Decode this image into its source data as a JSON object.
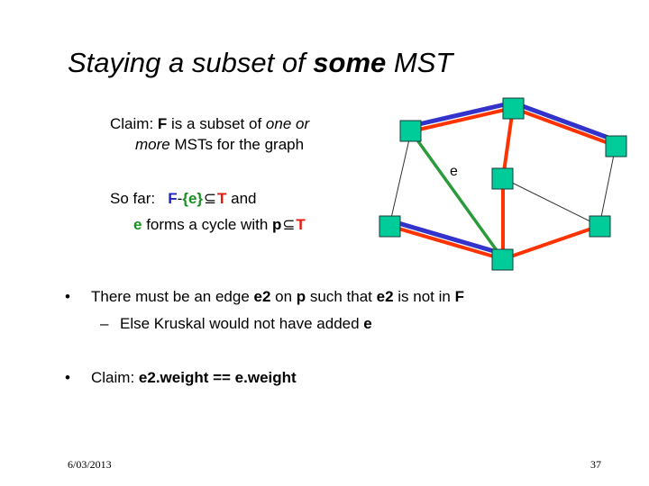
{
  "slide": {
    "title_pre": "Staying a subset of ",
    "title_bold": "some",
    "title_post": " MST",
    "claim": {
      "label": "Claim: ",
      "F": "F",
      "mid": " is a subset of ",
      "one_or": "one or",
      "more": "more",
      "rest": " MSTs for the graph"
    },
    "sofar": {
      "label": "So far:",
      "F": "F",
      "minus": "-",
      "set": "{e}",
      "subset": "⊆",
      "T": "T",
      "and": " and",
      "e": "e",
      "cycle_text": " forms a cycle with ",
      "p": "p",
      "subset2": "⊆",
      "T2": "T"
    },
    "bullet1": {
      "dot": "•",
      "pre": "There must be an edge ",
      "e2": "e2",
      "on": " on ",
      "p": "p",
      "such": " such that ",
      "e2b": "e2",
      "notin": " is not in ",
      "F": "F"
    },
    "sub1": {
      "dash": "–",
      "pre": "Else Kruskal would not have added ",
      "e": "e"
    },
    "bullet2": {
      "dot": "•",
      "pre": "Claim: ",
      "expr": "e2.weight == e.weight"
    },
    "edge_label": "e",
    "footer": {
      "date": "6/03/2013",
      "page": "37"
    }
  },
  "colors": {
    "node_fill": "#00cc99",
    "node_stroke": "#1a3a3a",
    "red_edge": "#ff3300",
    "blue_edge": "#3333cc",
    "green_edge": "#2a9a3a",
    "thin_edge": "#333333"
  }
}
